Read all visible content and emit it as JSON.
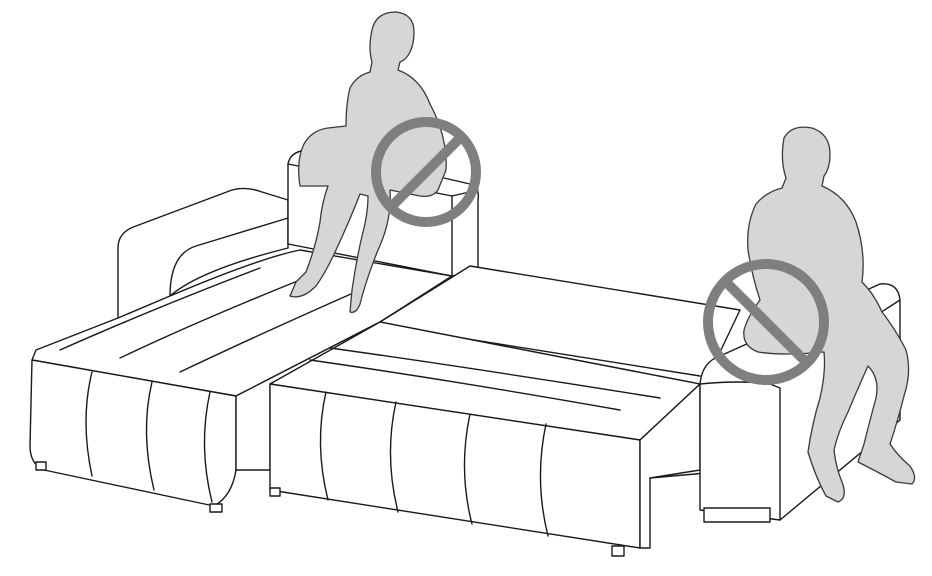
{
  "colors": {
    "outline": "#1a1a1a",
    "person_fill": "#d6d6d6",
    "prohibition_sign": "#7f7f7f",
    "background": "#ffffff"
  },
  "icons": [
    "person-silhouette",
    "prohibition-icon"
  ],
  "figures": [
    {
      "name": "person-sitting-on-chaise-backrest",
      "marked": "prohibited"
    },
    {
      "name": "person-sitting-on-armrest",
      "marked": "prohibited"
    }
  ]
}
